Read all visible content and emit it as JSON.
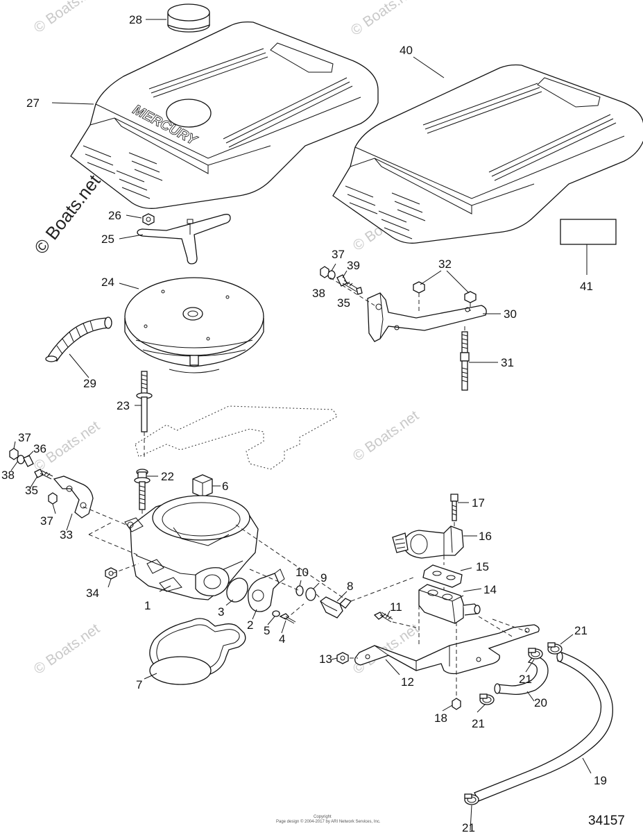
{
  "watermark": {
    "text": "© Boats.net"
  },
  "brand_text": "MERCURY",
  "diagram_ref": "34157",
  "copyright_line1": "Copyright",
  "copyright_line2": "Page design © 2004-2017 by ARI Network Services, Inc.",
  "callouts": [
    "1",
    "2",
    "3",
    "4",
    "5",
    "6",
    "7",
    "8",
    "9",
    "10",
    "11",
    "12",
    "13",
    "14",
    "15",
    "16",
    "17",
    "18",
    "19",
    "20",
    "21",
    "21",
    "21",
    "21",
    "22",
    "23",
    "24",
    "25",
    "26",
    "27",
    "28",
    "29",
    "30",
    "31",
    "32",
    "33",
    "34",
    "35",
    "35",
    "36",
    "37",
    "37",
    "37",
    "38",
    "38",
    "39",
    "40",
    "41"
  ]
}
